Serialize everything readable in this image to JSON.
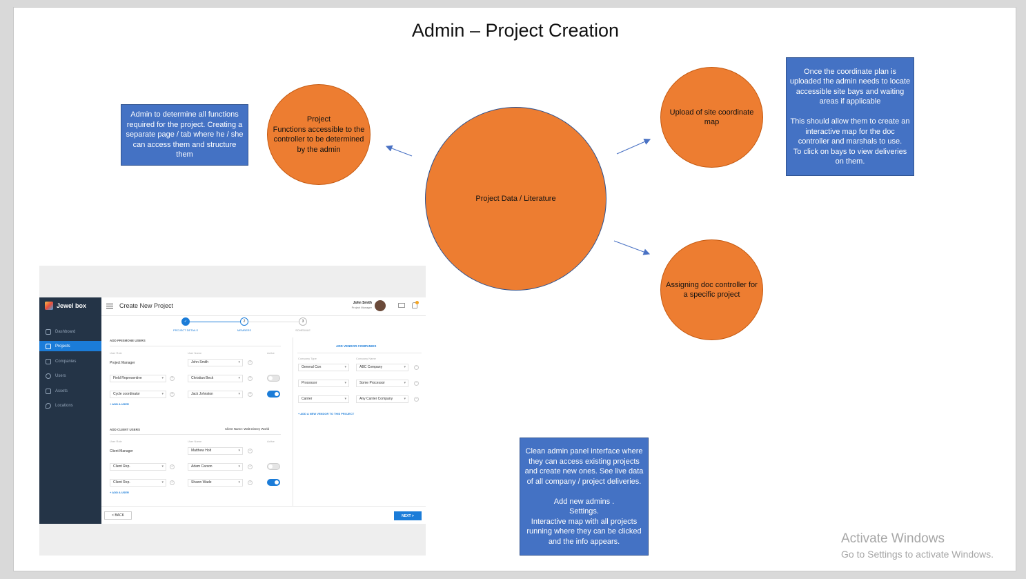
{
  "slide": {
    "title": "Admin – Project Creation",
    "boxes": {
      "functions_note": "Admin to determine all functions required for the project. Creating a separate page / tab where he / she can access them and structure them",
      "coordinate_note": "Once the coordinate plan is uploaded the admin needs to locate accessible site bays and waiting areas if applicable\n\nThis should allow them to create an interactive map for the doc controller and marshals to use.\nTo click on bays to view deliveries on them.",
      "panel_note": "Clean admin panel interface where they can access existing projects and create new ones. See live data of all company / project deliveries.\n\nAdd new admins .\nSettings.\nInteractive map with all projects running where they can be clicked and the info appears."
    },
    "circles": {
      "project_functions": "Project\nFunctions accessible to the controller to be determined by the admin",
      "center": "Project Data / Literature",
      "upload_map": "Upload of site coordinate map",
      "assign_controller": "Assigning doc controller for a specific project"
    },
    "colors": {
      "box_blue": "#4472c4",
      "circle_orange": "#ed7d31"
    }
  },
  "watermark": {
    "line1": "Activate Windows",
    "line2": "Go to Settings to activate Windows."
  },
  "app": {
    "brand": "Jewel box",
    "page_title": "Create New  Project",
    "user": {
      "name": "John Smith",
      "role": "Project Manager"
    },
    "nav": [
      "Dashboard",
      "Projects",
      "Companies",
      "Users",
      "Assets",
      "Locations"
    ],
    "active_nav": "Projects",
    "steps": [
      {
        "num": "✓",
        "label": "PROJECT DETAILS"
      },
      {
        "num": "2",
        "label": "MEMBERS"
      },
      {
        "num": "3",
        "label": "SCHEDULE"
      }
    ],
    "prismone": {
      "heading": "ADD PRISMONE USERS",
      "col_role": "User Role",
      "col_name": "User Name",
      "col_active": "Active",
      "rows": [
        {
          "role": "Project Manager",
          "name": "John Smith"
        },
        {
          "role": "Field Representive",
          "name": "Christian Beck"
        },
        {
          "role": "Cycle coordinator",
          "name": "Jack Johnston"
        }
      ],
      "add_link": "+ ADD A USER"
    },
    "client": {
      "heading": "ADD CLIENT USERS",
      "client_name": "Client Name: Walt Disney World",
      "col_role": "User Role",
      "col_name": "User Name",
      "col_active": "Active",
      "rows": [
        {
          "role": "Client Manager",
          "name": "Matthew Holt"
        },
        {
          "role": "Client Rep.",
          "name": "Adam Carson"
        },
        {
          "role": "Client Rep.",
          "name": "Shawn Wade"
        }
      ],
      "add_link": "+ ADD A USER"
    },
    "vendors": {
      "heading": "ADD VENDOR COMPANIES",
      "col_type": "Company Type",
      "col_name": "Company Name",
      "rows": [
        {
          "type": "General Con",
          "name": "ABC Company"
        },
        {
          "type": "Processor",
          "name": "Some Processor"
        },
        {
          "type": "Carrier",
          "name": "Any Carrier Company"
        }
      ],
      "add_link": "+ ADD A NEW VENDOR TO THIS PROJECT"
    },
    "back_label": "< BACK",
    "next_label": "NEXT >"
  }
}
